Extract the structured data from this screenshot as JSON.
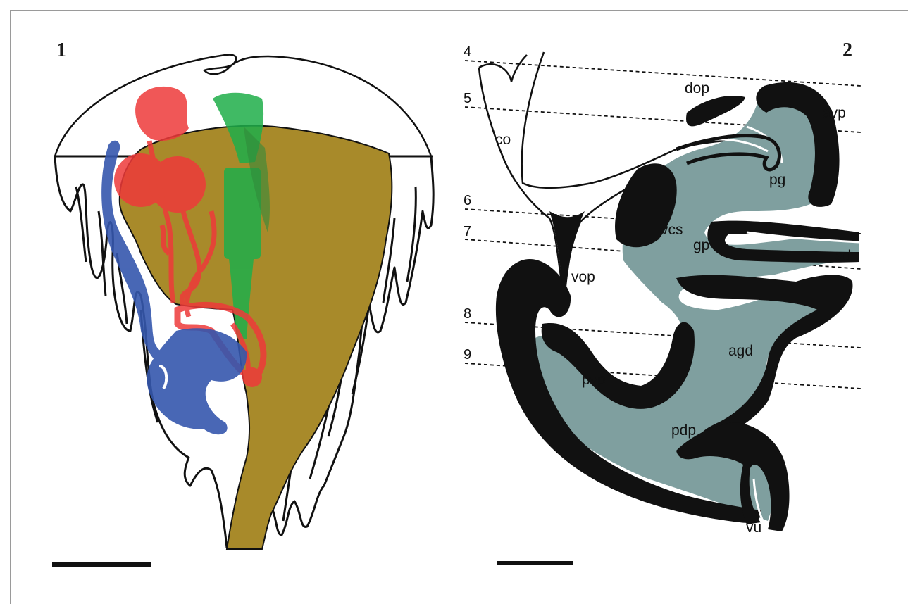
{
  "panel_numbers": {
    "left": "1",
    "right": "2"
  },
  "sections": [
    "4",
    "5",
    "6",
    "7",
    "8",
    "9"
  ],
  "labels": {
    "co": "co",
    "dop": "dop",
    "avp": "avp",
    "pg": "pg",
    "vcs": "vcs",
    "gp": "gp",
    "sd": "sd",
    "vop": "vop",
    "agd": "agd",
    "pvp": "pvp",
    "pdp": "pdp",
    "vu": "vu"
  },
  "colors": {
    "outline": "#111111",
    "olive": "#a88a2a",
    "red": "#ee3a3a",
    "green": "#1fae4a",
    "blue": "#3557ad",
    "teal": "#7f9f9f"
  }
}
